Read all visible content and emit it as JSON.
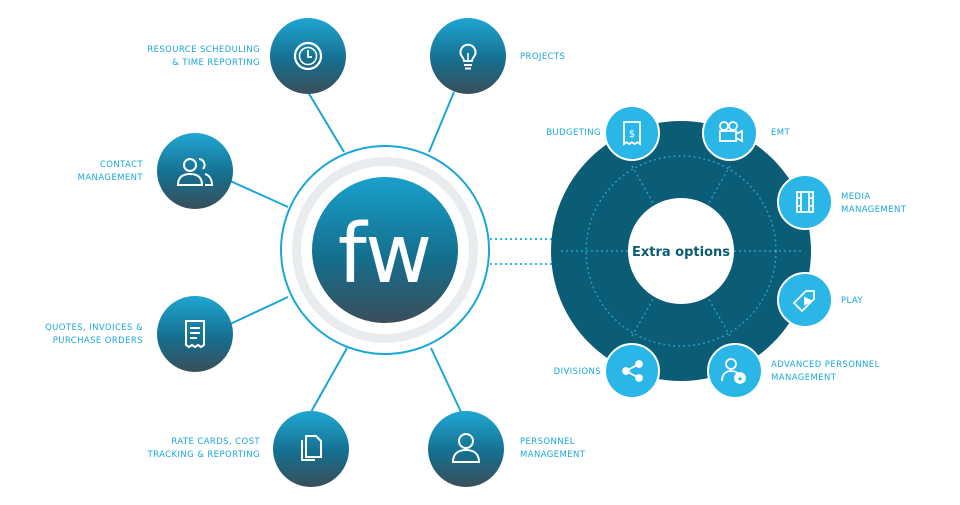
{
  "hub": {
    "logo_text": "fw"
  },
  "modules": [
    {
      "id": "resource",
      "lines": [
        "RESOURCE SCHEDULING",
        "& TIME REPORTING"
      ],
      "icon": "clock-icon"
    },
    {
      "id": "projects",
      "lines": [
        "PROJECTS"
      ],
      "icon": "lightbulb-icon"
    },
    {
      "id": "contact",
      "lines": [
        "CONTACT",
        "MANAGEMENT"
      ],
      "icon": "users-icon"
    },
    {
      "id": "quotes",
      "lines": [
        "QUOTES, INVOICES &",
        "PURCHASE ORDERS"
      ],
      "icon": "receipt-icon"
    },
    {
      "id": "ratecards",
      "lines": [
        "RATE CARDS, COST",
        "TRACKING & REPORTING"
      ],
      "icon": "documents-icon"
    },
    {
      "id": "personnel",
      "lines": [
        "PERSONNEL",
        "MANAGEMENT"
      ],
      "icon": "person-icon"
    }
  ],
  "extra": {
    "center_label": "Extra options",
    "items": [
      {
        "id": "budgeting",
        "lines": [
          "BUDGETING"
        ],
        "icon": "budget-receipt-icon"
      },
      {
        "id": "emt",
        "lines": [
          "EMT"
        ],
        "icon": "video-camera-icon"
      },
      {
        "id": "media",
        "lines": [
          "MEDIA",
          "MANAGEMENT"
        ],
        "icon": "film-icon"
      },
      {
        "id": "play",
        "lines": [
          "PLAY"
        ],
        "icon": "play-tag-icon"
      },
      {
        "id": "advanced",
        "lines": [
          "ADVANCED PERSONNEL",
          "MANAGEMENT"
        ],
        "icon": "person-star-icon"
      },
      {
        "id": "divisions",
        "lines": [
          "DIVISIONS"
        ],
        "icon": "share-icon"
      }
    ]
  },
  "colors": {
    "dark_teal": "#0b5c75",
    "bright_blue": "#1aa7d8",
    "light_blue": "#2ab6e6",
    "ring_gray": "#e8ecee"
  }
}
